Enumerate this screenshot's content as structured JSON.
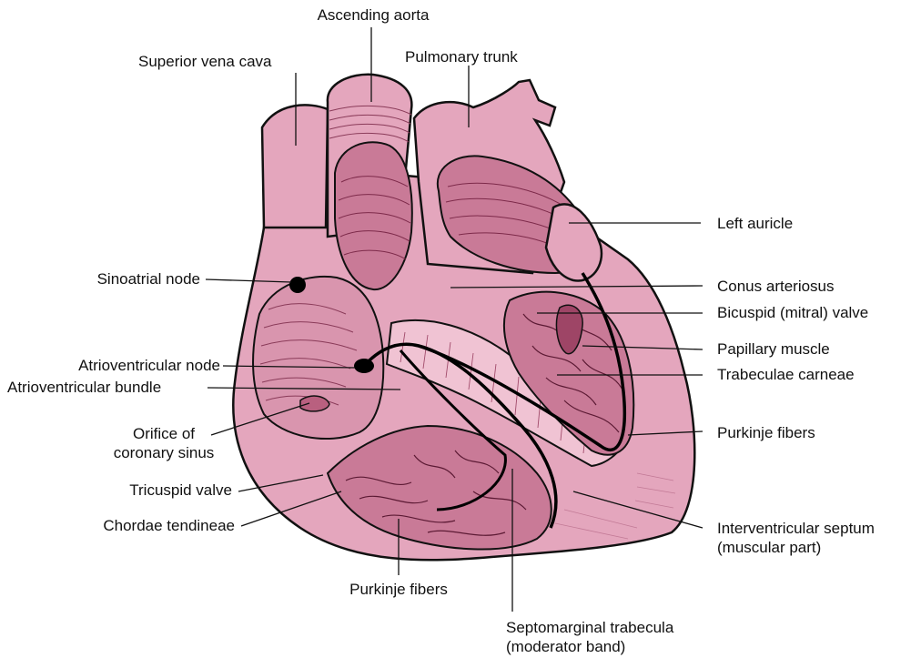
{
  "diagram": {
    "colors": {
      "tissue": "#e4a6bd",
      "tissue_light": "#f0c3d3",
      "tissue_dark": "#b9607f",
      "cavity": "#c97a97",
      "outline": "#111111",
      "conduction": "#000000"
    },
    "labels": {
      "ascending_aorta": "Ascending aorta",
      "superior_vena_cava": "Superior vena cava",
      "pulmonary_trunk": "Pulmonary trunk",
      "left_auricle": "Left auricle",
      "sinoatrial_node": "Sinoatrial node",
      "conus_arteriosus": "Conus arteriosus",
      "bicuspid_valve": "Bicuspid (mitral) valve",
      "papillary_muscle": "Papillary muscle",
      "av_node": "Atrioventricular node",
      "trabeculae_carneae": "Trabeculae carneae",
      "av_bundle": "Atrioventricular bundle",
      "orifice_coronary_sinus_1": "Orifice of",
      "orifice_coronary_sinus_2": "coronary sinus",
      "purkinje_right": "Purkinje fibers",
      "tricuspid_valve": "Tricuspid valve",
      "chordae_tendineae": "Chordae tendineae",
      "iv_septum_1": "Interventricular septum",
      "iv_septum_2": "(muscular part)",
      "purkinje_bottom": "Purkinje fibers",
      "septomarginal_1": "Septomarginal trabecula",
      "septomarginal_2": "(moderator band)"
    }
  }
}
